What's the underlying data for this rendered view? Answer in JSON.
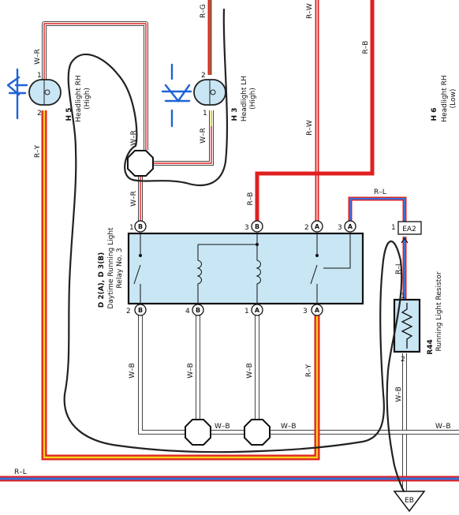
{
  "wires": {
    "w_r_top": "W–R",
    "w_r_mid": "W–R",
    "w_r_lh": "W–R",
    "w_r_relay": "W–R",
    "r_g": "R–G",
    "r_w_top": "R–W",
    "r_w_mid": "R–W",
    "r_b_top": "R–B",
    "r_b_relay": "R–B",
    "r_l_top": "R–L",
    "r_l_res": "R–L",
    "r_l_bottom": "R–L",
    "r_y_left": "R–Y",
    "r_y_relay": "R–Y",
    "w_b_1": "W–B",
    "w_b_2": "W–B",
    "w_b_3": "W–B",
    "w_b_4": "W–B",
    "w_b_5": "W–B",
    "w_b_6": "W–B"
  },
  "components": {
    "h5": {
      "code": "H 5",
      "name": "Headlight RH",
      "sub": "(High)"
    },
    "h3": {
      "code": "H 3",
      "name": "Headlight LH",
      "sub": "(High)"
    },
    "h6": {
      "code": "H 6",
      "name": "Headlight RH",
      "sub": "(Low)"
    },
    "relay": {
      "code": "D 2(A), D 3(B)",
      "name": "Daytime Running Light",
      "sub": "Relay No. 3"
    },
    "r44": {
      "code": "R44",
      "name": "Running Light Resistor"
    }
  },
  "connectors": {
    "ea2": "EA2",
    "eb": "EB"
  },
  "pins": {
    "h5_1": "1",
    "h5_2": "2",
    "h3_2": "2",
    "h3_1": "1",
    "top_1": "1",
    "top_1_letter": "B",
    "top_3": "3",
    "top_3_letter": "B",
    "top_2": "2",
    "top_2_letter": "A",
    "top_3a": "3",
    "top_3a_letter": "A",
    "ea2_1": "1",
    "bot_2": "2",
    "bot_2_letter": "B",
    "bot_4": "4",
    "bot_4_letter": "B",
    "bot_1": "1",
    "bot_1_letter": "A",
    "bot_3": "3",
    "bot_3_letter": "A",
    "r44_1": "1",
    "r44_2": "2"
  },
  "colors": {
    "red": "#e02020",
    "blue": "#3a6fd8",
    "yellow": "#f2d21b",
    "green": "#2aa84a",
    "relay_fill": "#c9e6f5",
    "bulb_fill": "#c9e6f5",
    "annotation_blue": "#1f63d6"
  }
}
